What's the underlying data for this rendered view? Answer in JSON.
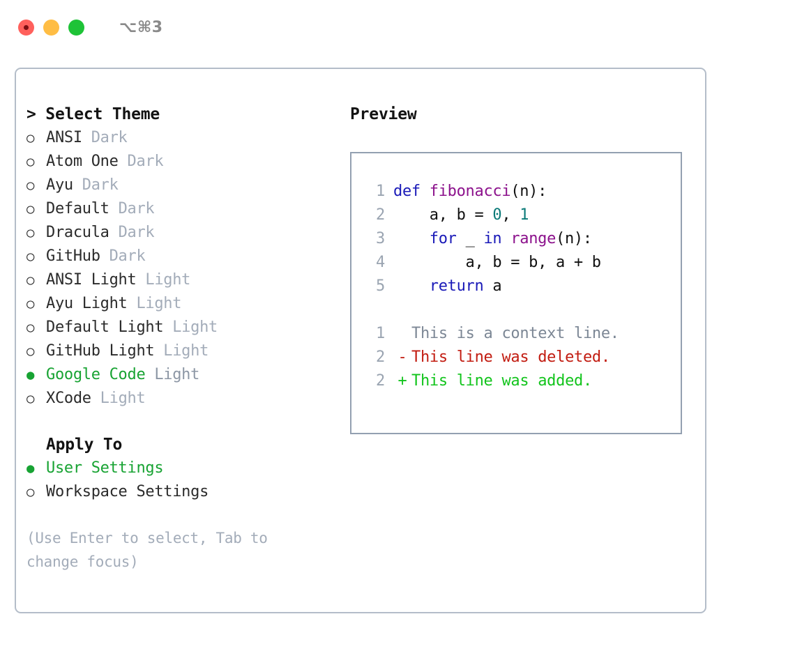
{
  "titlebar": {
    "shortcut": "⌥⌘3",
    "lights": [
      {
        "name": "close",
        "color": "#ff605c"
      },
      {
        "name": "minimize",
        "color": "#ffbd44"
      },
      {
        "name": "maximize",
        "color": "#1ec337"
      }
    ]
  },
  "theme_list": {
    "header": "> Select Theme",
    "selected_glyph": "●",
    "unselected_glyph": "○",
    "items": [
      {
        "glyph": "○",
        "name": "ANSI",
        "suffix": "Dark",
        "selected": false
      },
      {
        "glyph": "○",
        "name": "Atom One",
        "suffix": "Dark",
        "selected": false
      },
      {
        "glyph": "○",
        "name": "Ayu",
        "suffix": "Dark",
        "selected": false
      },
      {
        "glyph": "○",
        "name": "Default",
        "suffix": "Dark",
        "selected": false
      },
      {
        "glyph": "○",
        "name": "Dracula",
        "suffix": "Dark",
        "selected": false
      },
      {
        "glyph": "○",
        "name": "GitHub",
        "suffix": "Dark",
        "selected": false
      },
      {
        "glyph": "○",
        "name": "ANSI Light",
        "suffix": "Light",
        "selected": false
      },
      {
        "glyph": "○",
        "name": "Ayu Light",
        "suffix": "Light",
        "selected": false
      },
      {
        "glyph": "○",
        "name": "Default Light",
        "suffix": "Light",
        "selected": false
      },
      {
        "glyph": "○",
        "name": "GitHub Light",
        "suffix": "Light",
        "selected": false
      },
      {
        "glyph": "●",
        "name": "Google Code",
        "suffix": "Light",
        "selected": true
      },
      {
        "glyph": "○",
        "name": "XCode",
        "suffix": "Light",
        "selected": false
      }
    ]
  },
  "apply_to": {
    "header": "Apply To",
    "items": [
      {
        "glyph": "●",
        "name": "User Settings",
        "suffix": "",
        "selected": true
      },
      {
        "glyph": "○",
        "name": "Workspace Settings",
        "suffix": "",
        "selected": false
      }
    ]
  },
  "hint": "(Use Enter to select, Tab to change focus)",
  "preview": {
    "title": "Preview",
    "code_lines": [
      {
        "number": "1",
        "tokens": [
          {
            "t": "def ",
            "c": "kw"
          },
          {
            "t": "fibonacci",
            "c": "fn"
          },
          {
            "t": "(n):",
            "c": "pl"
          }
        ]
      },
      {
        "number": "2",
        "tokens": [
          {
            "t": "    a, b = ",
            "c": "pl"
          },
          {
            "t": "0",
            "c": "num"
          },
          {
            "t": ", ",
            "c": "pl"
          },
          {
            "t": "1",
            "c": "num"
          }
        ]
      },
      {
        "number": "3",
        "tokens": [
          {
            "t": "    ",
            "c": "pl"
          },
          {
            "t": "for",
            "c": "kw"
          },
          {
            "t": " _ ",
            "c": "pl"
          },
          {
            "t": "in",
            "c": "kw"
          },
          {
            "t": " ",
            "c": "pl"
          },
          {
            "t": "range",
            "c": "fn"
          },
          {
            "t": "(n):",
            "c": "pl"
          }
        ]
      },
      {
        "number": "4",
        "tokens": [
          {
            "t": "        a, b = b, a + b",
            "c": "pl"
          }
        ]
      },
      {
        "number": "5",
        "tokens": [
          {
            "t": "    ",
            "c": "pl"
          },
          {
            "t": "return",
            "c": "kw"
          },
          {
            "t": " a",
            "c": "pl"
          }
        ]
      }
    ],
    "diff_lines": [
      {
        "number": "1",
        "sign": " ",
        "text": "This is a context line.",
        "kind": "context"
      },
      {
        "number": "2",
        "sign": "-",
        "text": "This line was deleted.",
        "kind": "deleted"
      },
      {
        "number": "2",
        "sign": "+",
        "text": "This line was added.",
        "kind": "added"
      }
    ]
  },
  "colors": {
    "accent_green": "#18a333",
    "muted": "#a3acb9",
    "keyword": "#1a1ab8",
    "function": "#8c128c",
    "number": "#0b7a78",
    "diff_added": "#12c41c",
    "diff_deleted": "#c21c11",
    "diff_context": "#7c8795",
    "panel_border": "#b4bdc9",
    "preview_border": "#93a0b1"
  }
}
